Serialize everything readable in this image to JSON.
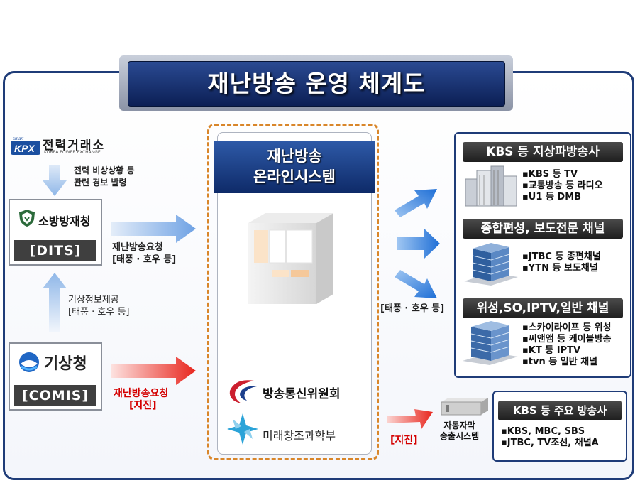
{
  "title": "재난방송 운영 체계도",
  "kpx": {
    "name": "전력거래소",
    "subtitle": "KOREA POWER EXCHANGE",
    "mark": "KPX",
    "mark_small": "smart"
  },
  "kpx_note": [
    "전력 비상상황 등",
    "관련 경보 발령"
  ],
  "dits": {
    "org": "소방방재청",
    "code": "[DITS]"
  },
  "dits_request": [
    "재난방송요청",
    "[태풍 · 호우 등]"
  ],
  "weather_provide": [
    "기상정보제공",
    "[태풍 · 호우 등]"
  ],
  "comis": {
    "org": "기상청",
    "code": "[COMIS]"
  },
  "comis_request": [
    "재난방송요청",
    "[지진]"
  ],
  "system": {
    "title_line1": "재난방송",
    "title_line2": "온라인시스템"
  },
  "agencies": [
    "방송통신위원회",
    "미래창조과학부"
  ],
  "typhoon_label": "[태풍 · 호우 등]",
  "earthquake_label": "[지진]",
  "auto_caption": [
    "자동자막",
    "송출시스템"
  ],
  "broadcasters": [
    {
      "head": "KBS 등 지상파방송사",
      "items": [
        "▪KBS 등 TV",
        "▪교통방송 등 라디오",
        "▪U1 등 DMB"
      ]
    },
    {
      "head": "종합편성, 보도전문 채널",
      "items": [
        "▪JTBC 등 종편채널",
        "▪YTN 등 보도채널"
      ]
    },
    {
      "head": "위성,SO,IPTV,일반 채널",
      "items": [
        "▪스카이라이프 등 위성",
        "▪씨앤앰 등 케이블방송",
        "▪KT 등 IPTV",
        "▪tvn 등 일반 채널"
      ]
    }
  ],
  "major": {
    "head": "KBS 등 주요 방송사",
    "items": [
      "▪KBS, MBC, SBS",
      "▪JTBC, TV조선, 채널A"
    ]
  },
  "colors": {
    "navy": "#1f3c78",
    "blue_arrow": "#3d8ae0",
    "red_arrow": "#e8261e",
    "orange_dash": "#d9862a"
  }
}
